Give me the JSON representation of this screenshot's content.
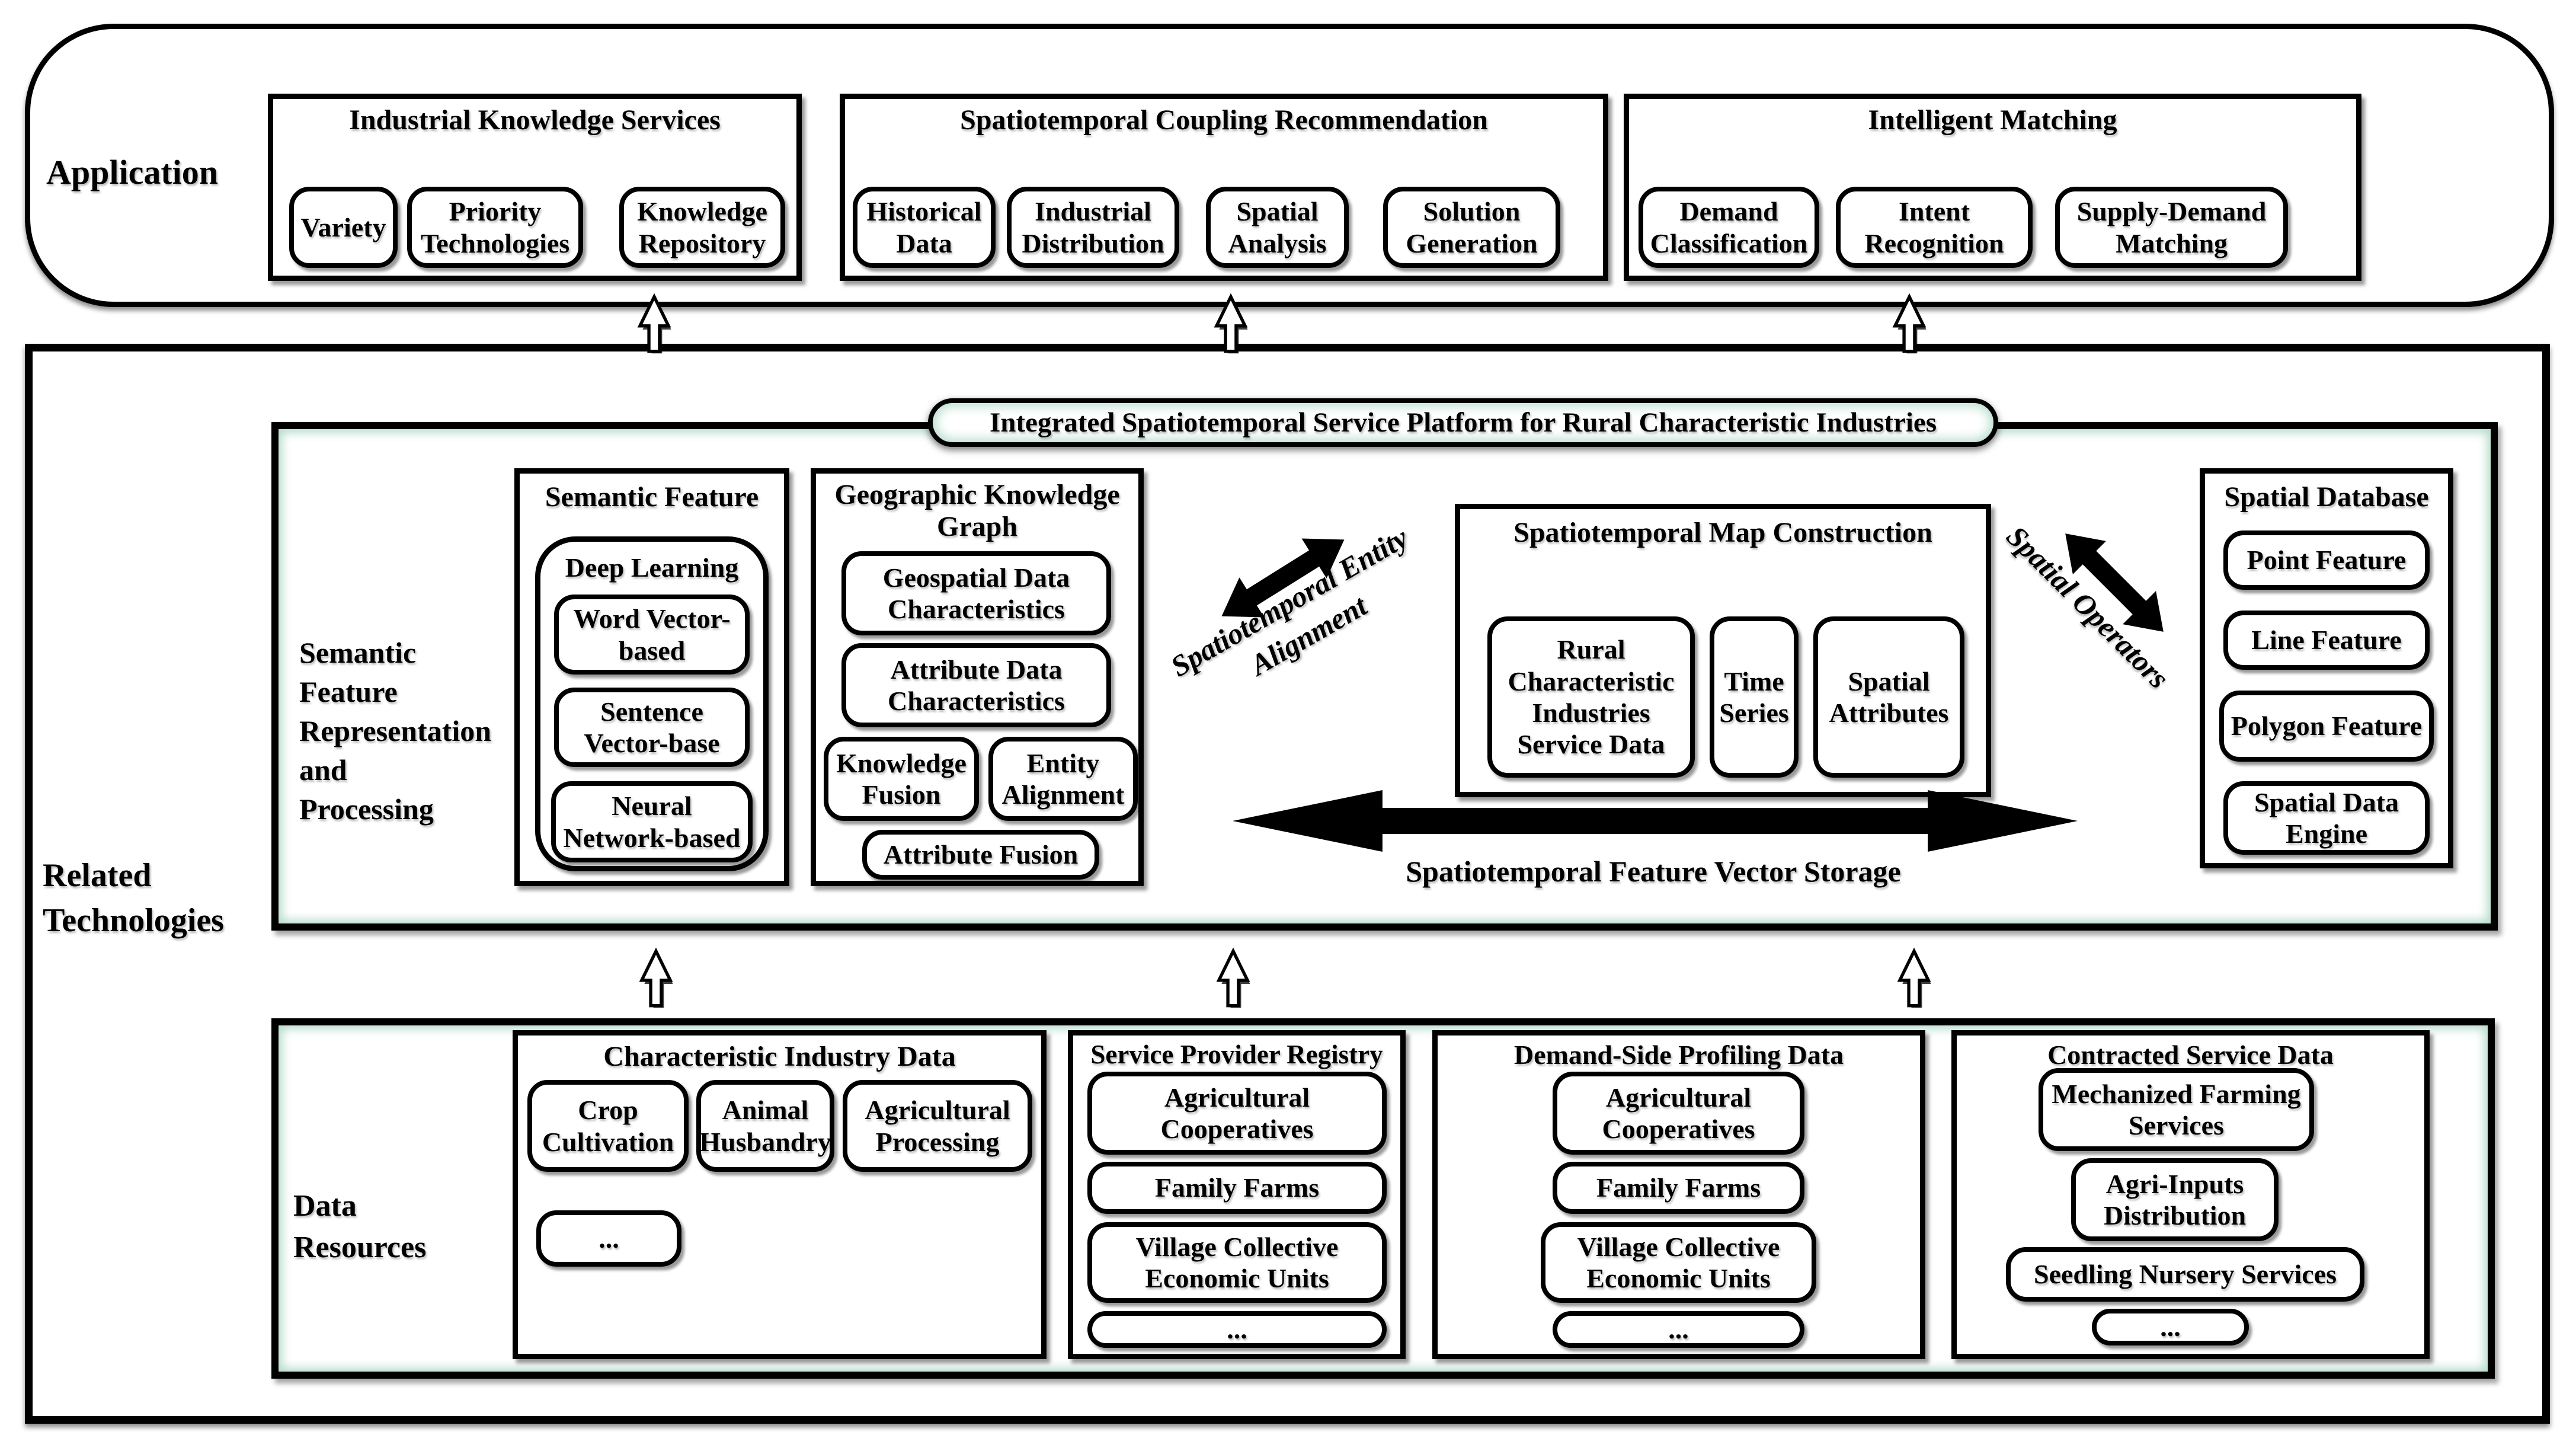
{
  "app": {
    "label": "Application",
    "boxes": [
      {
        "title": "Industrial Knowledge Services",
        "chips": [
          "Variety",
          "Priority Technologies",
          "Knowledge Repository"
        ]
      },
      {
        "title": "Spatiotemporal Coupling Recommendation",
        "chips": [
          "Historical Data",
          "Industrial Distribution",
          "Spatial Analysis",
          "Solution Generation"
        ]
      },
      {
        "title": "Intelligent Matching",
        "chips": [
          "Demand Classification",
          "Intent Recognition",
          "Supply-Demand Matching"
        ]
      }
    ]
  },
  "related": {
    "label": "Related\nTechnologies",
    "platform_title": "Integrated Spatiotemporal Service Platform for Rural Characteristic Industries",
    "semantic_label": "Semantic\nFeature\nRepresentation\nand\nProcessing",
    "semantic_feature": {
      "title": "Semantic Feature",
      "deep_learning": {
        "title": "Deep Learning",
        "chips": [
          "Word Vector-based",
          "Sentence Vector-base",
          "Neural Network-based"
        ]
      }
    },
    "geo_kg": {
      "title": "Geographic Knowledge Graph",
      "chips": [
        "Geospatial Data Characteristics",
        "Attribute Data Characteristics",
        "Knowledge Fusion",
        "Entity Alignment",
        "Attribute Fusion"
      ]
    },
    "entity_alignment_arrow_label": "Spatiotemporal Entity\nAlignment",
    "map_construction": {
      "title": "Spatiotemporal Map Construction",
      "chips": [
        "Rural Characteristic Industries Service Data",
        "Time Series",
        "Spatial Attributes"
      ]
    },
    "spatial_operators_arrow_label": "Spatial Operators",
    "spatial_db": {
      "title": "Spatial Database",
      "chips": [
        "Point Feature",
        "Line Feature",
        "Polygon Feature",
        "Spatial Data Engine"
      ]
    },
    "vector_storage_label": "Spatiotemporal Feature Vector Storage"
  },
  "data_resources": {
    "label": "Data\nResources",
    "boxes": [
      {
        "title": "Characteristic Industry Data",
        "chips": [
          "Crop Cultivation",
          "Animal Husbandry",
          "Agricultural Processing",
          "..."
        ]
      },
      {
        "title": "Service Provider Registry",
        "chips": [
          "Agricultural Cooperatives",
          "Family Farms",
          "Village Collective Economic Units",
          "..."
        ]
      },
      {
        "title": "Demand-Side Profiling Data",
        "chips": [
          "Agricultural Cooperatives",
          "Family Farms",
          "Village Collective Economic Units",
          "..."
        ]
      },
      {
        "title": "Contracted Service Data",
        "chips": [
          "Mechanized Farming Services",
          "Agri-Inputs Distribution",
          "Seedling Nursery Services",
          "..."
        ]
      }
    ]
  },
  "colors": {
    "ink": "#000000",
    "paper": "#ffffff",
    "accent_mint": "#b5dccb"
  }
}
